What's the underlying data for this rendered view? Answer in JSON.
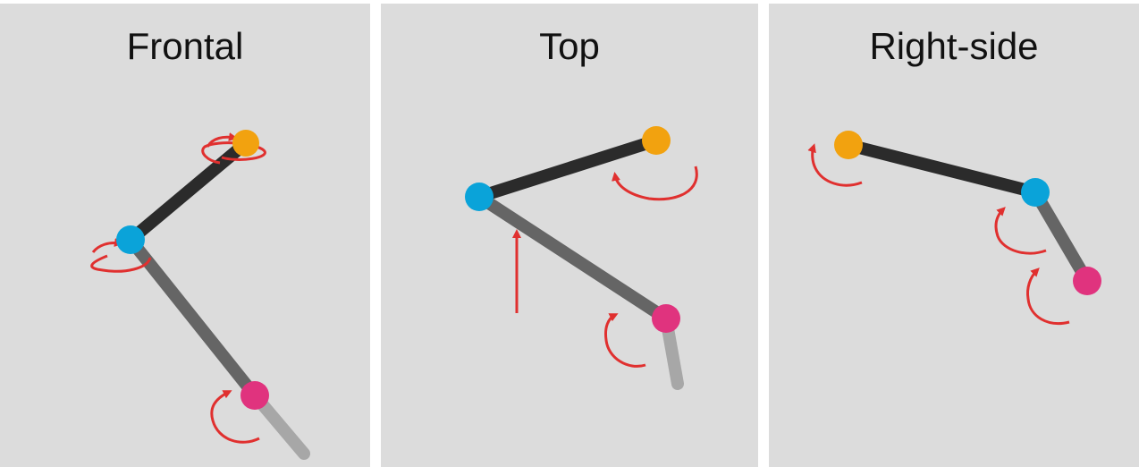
{
  "panels": [
    {
      "title": "Frontal"
    },
    {
      "title": "Top"
    },
    {
      "title": "Right-side"
    }
  ],
  "colors": {
    "background": "#dcdcdc",
    "upper_segment": "#2b2b2b",
    "middle_segment": "#656565",
    "lower_segment": "#a7a7a7",
    "arrow": "#e0302f",
    "joint_orange": "#f2a20f",
    "joint_blue": "#0aa3d9",
    "joint_pink": "#e0337e"
  }
}
